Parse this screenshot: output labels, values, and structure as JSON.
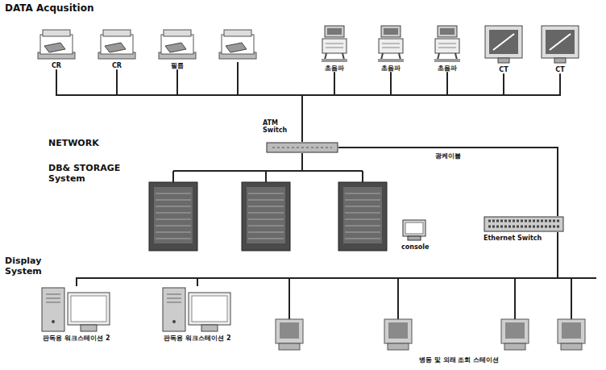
{
  "diagram": {
    "nodes": [
      {
        "text": [
          "CR"
        ]
      },
      {
        "text": [
          "CR"
        ]
      },
      {
        "text": [
          "필름"
        ]
      },
      {
        "text": [
          "초음파"
        ]
      },
      {
        "text": [
          "초음파"
        ]
      },
      {
        "text": [
          "초음파"
        ]
      },
      {
        "text": [
          "CT"
        ]
      },
      {
        "text": [
          "CT"
        ]
      },
      {
        "text": [
          "ATM Switch"
        ]
      },
      {
        "text": [
          "console"
        ]
      },
      {
        "text": [
          "Ethernet Switch"
        ]
      },
      {
        "text": [
          "판독용 워크스테이션 2"
        ]
      },
      {
        "text": [
          "판독용 워크스테이션 2"
        ]
      }
    ],
    "edges": [
      {
        "from": 0,
        "to": 8,
        "arrow": "none"
      },
      {
        "from": 1,
        "to": 8,
        "arrow": "none"
      },
      {
        "from": 2,
        "to": 8,
        "arrow": "none"
      },
      {
        "from": 3,
        "to": 8,
        "arrow": "none"
      },
      {
        "from": 4,
        "to": 8,
        "arrow": "none"
      },
      {
        "from": 5,
        "to": 8,
        "arrow": "none"
      },
      {
        "from": 6,
        "to": 8,
        "arrow": "none"
      },
      {
        "from": 7,
        "to": 8,
        "arrow": "none"
      },
      {
        "from": 8,
        "to": 10,
        "label": "광케이블",
        "arrow": "none"
      },
      {
        "from": 11,
        "to": 10,
        "arrow": "none"
      },
      {
        "from": 12,
        "to": 10,
        "arrow": "none"
      }
    ],
    "labels": [
      "DATA Acqusition",
      "NETWORK",
      "DB& STORAGE System",
      "Display System",
      "병동 및 외래 조회 스테이션"
    ]
  }
}
